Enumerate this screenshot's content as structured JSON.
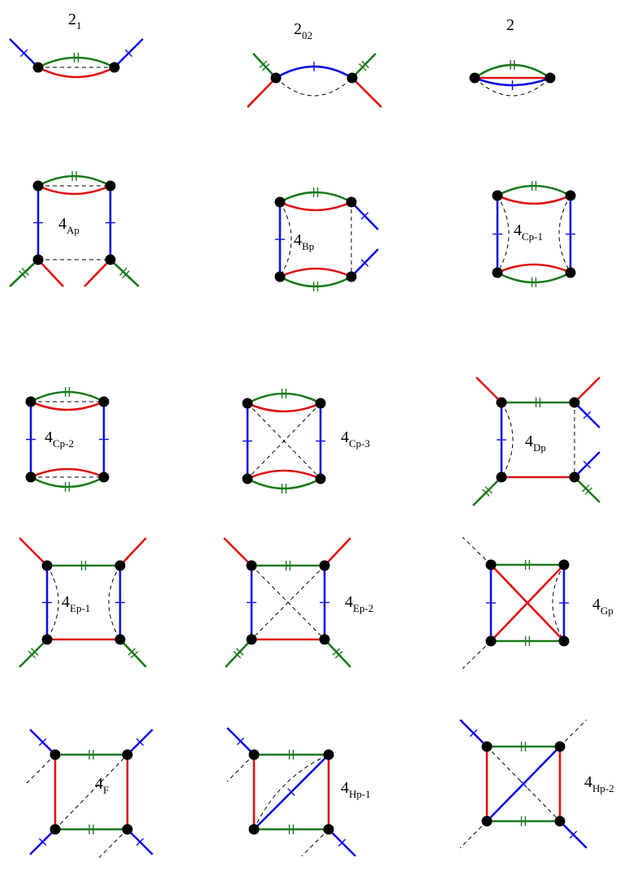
{
  "colors": {
    "green": "#1a7a1a",
    "blue": "#1010e0",
    "red": "#e01010",
    "dashed": "#000000",
    "vertex": "#000000"
  },
  "labels": {
    "d21": {
      "main": "2",
      "sub": "1"
    },
    "d202": {
      "main": "2",
      "sub": "02"
    },
    "d2": {
      "main": "2",
      "sub": ""
    },
    "d4Ap": {
      "main": "4",
      "sub": "Ap"
    },
    "d4Bp": {
      "main": "4",
      "sub": "Bp"
    },
    "d4Cp1": {
      "main": "4",
      "sub": "Cp-1"
    },
    "d4Cp2": {
      "main": "4",
      "sub": "Cp-2"
    },
    "d4Cp3": {
      "main": "4",
      "sub": "Cp-3"
    },
    "d4Dp": {
      "main": "4",
      "sub": "Dp"
    },
    "d4Ep1": {
      "main": "4",
      "sub": "Ep-1"
    },
    "d4Ep2": {
      "main": "4",
      "sub": "Ep-2"
    },
    "d4Gp": {
      "main": "4",
      "sub": "Gp"
    },
    "d4F": {
      "main": "4",
      "sub": "F"
    },
    "d4Hp1": {
      "main": "4",
      "sub": "Hp-1"
    },
    "d4Hp2": {
      "main": "4",
      "sub": "Hp-2"
    }
  }
}
